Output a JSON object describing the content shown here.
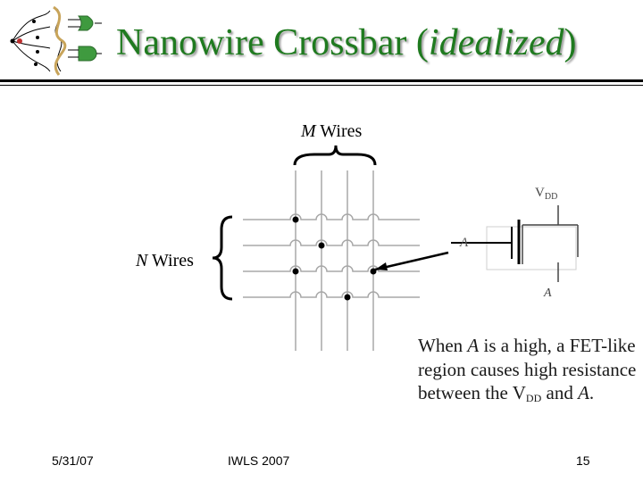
{
  "slide": {
    "title_main": "Nanowire Crossbar (",
    "title_italic": "idealized",
    "title_end": ")"
  },
  "diagram": {
    "m_label_italic": "M",
    "m_label_rest": " Wires",
    "n_label_italic": "N",
    "n_label_rest": " Wires"
  },
  "fet_inset": {
    "vdd_label": "V",
    "vdd_sub": "DD",
    "input_label": "A",
    "output_label": "A"
  },
  "caption": {
    "part1": "When ",
    "var1": "A",
    "part2": " is a high, a FET-like region causes high resistance between the V",
    "sub": "DD",
    "part3": " and ",
    "var2": "A",
    "part4": "."
  },
  "footer": {
    "date": "5/31/07",
    "conference": "IWLS 2007",
    "page": "15"
  },
  "colors": {
    "title": "#1f7a1f",
    "gate_green": "#3f9a3f",
    "wire_gray": "#a8a8a8",
    "text": "#000000"
  }
}
